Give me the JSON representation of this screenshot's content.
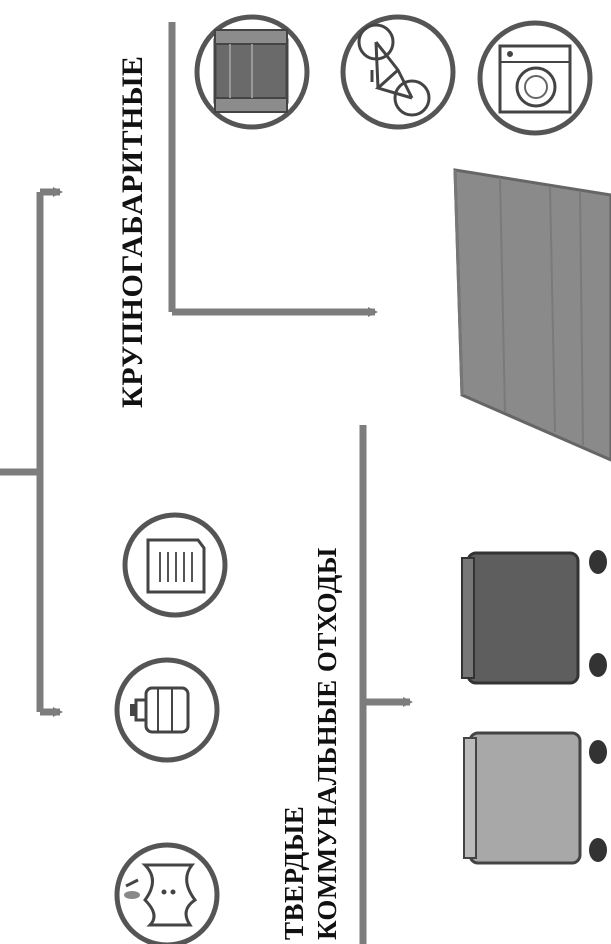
{
  "labels": {
    "bulky": "КРУПНОГАБАРИТНЫЕ",
    "msw_line1": "ТВЕРДЫЕ",
    "msw_line2": "КОММУНАЛЬНЫЕ ОТХОДЫ"
  },
  "icons": {
    "bulky": [
      "sofa-icon",
      "bicycle-icon",
      "washing-machine-icon"
    ],
    "msw": [
      "food-waste-icon",
      "plastic-bottle-icon",
      "paper-icon"
    ],
    "containers": [
      "bulky-waste-bin",
      "msw-container-light",
      "msw-container-dark"
    ]
  },
  "colors": {
    "line": "#7d7d7d",
    "icon_stroke": "#555555",
    "container_light": "#a8a8a8",
    "container_dark": "#5e5e5e",
    "bulky_bin": "#8a8a8a"
  }
}
